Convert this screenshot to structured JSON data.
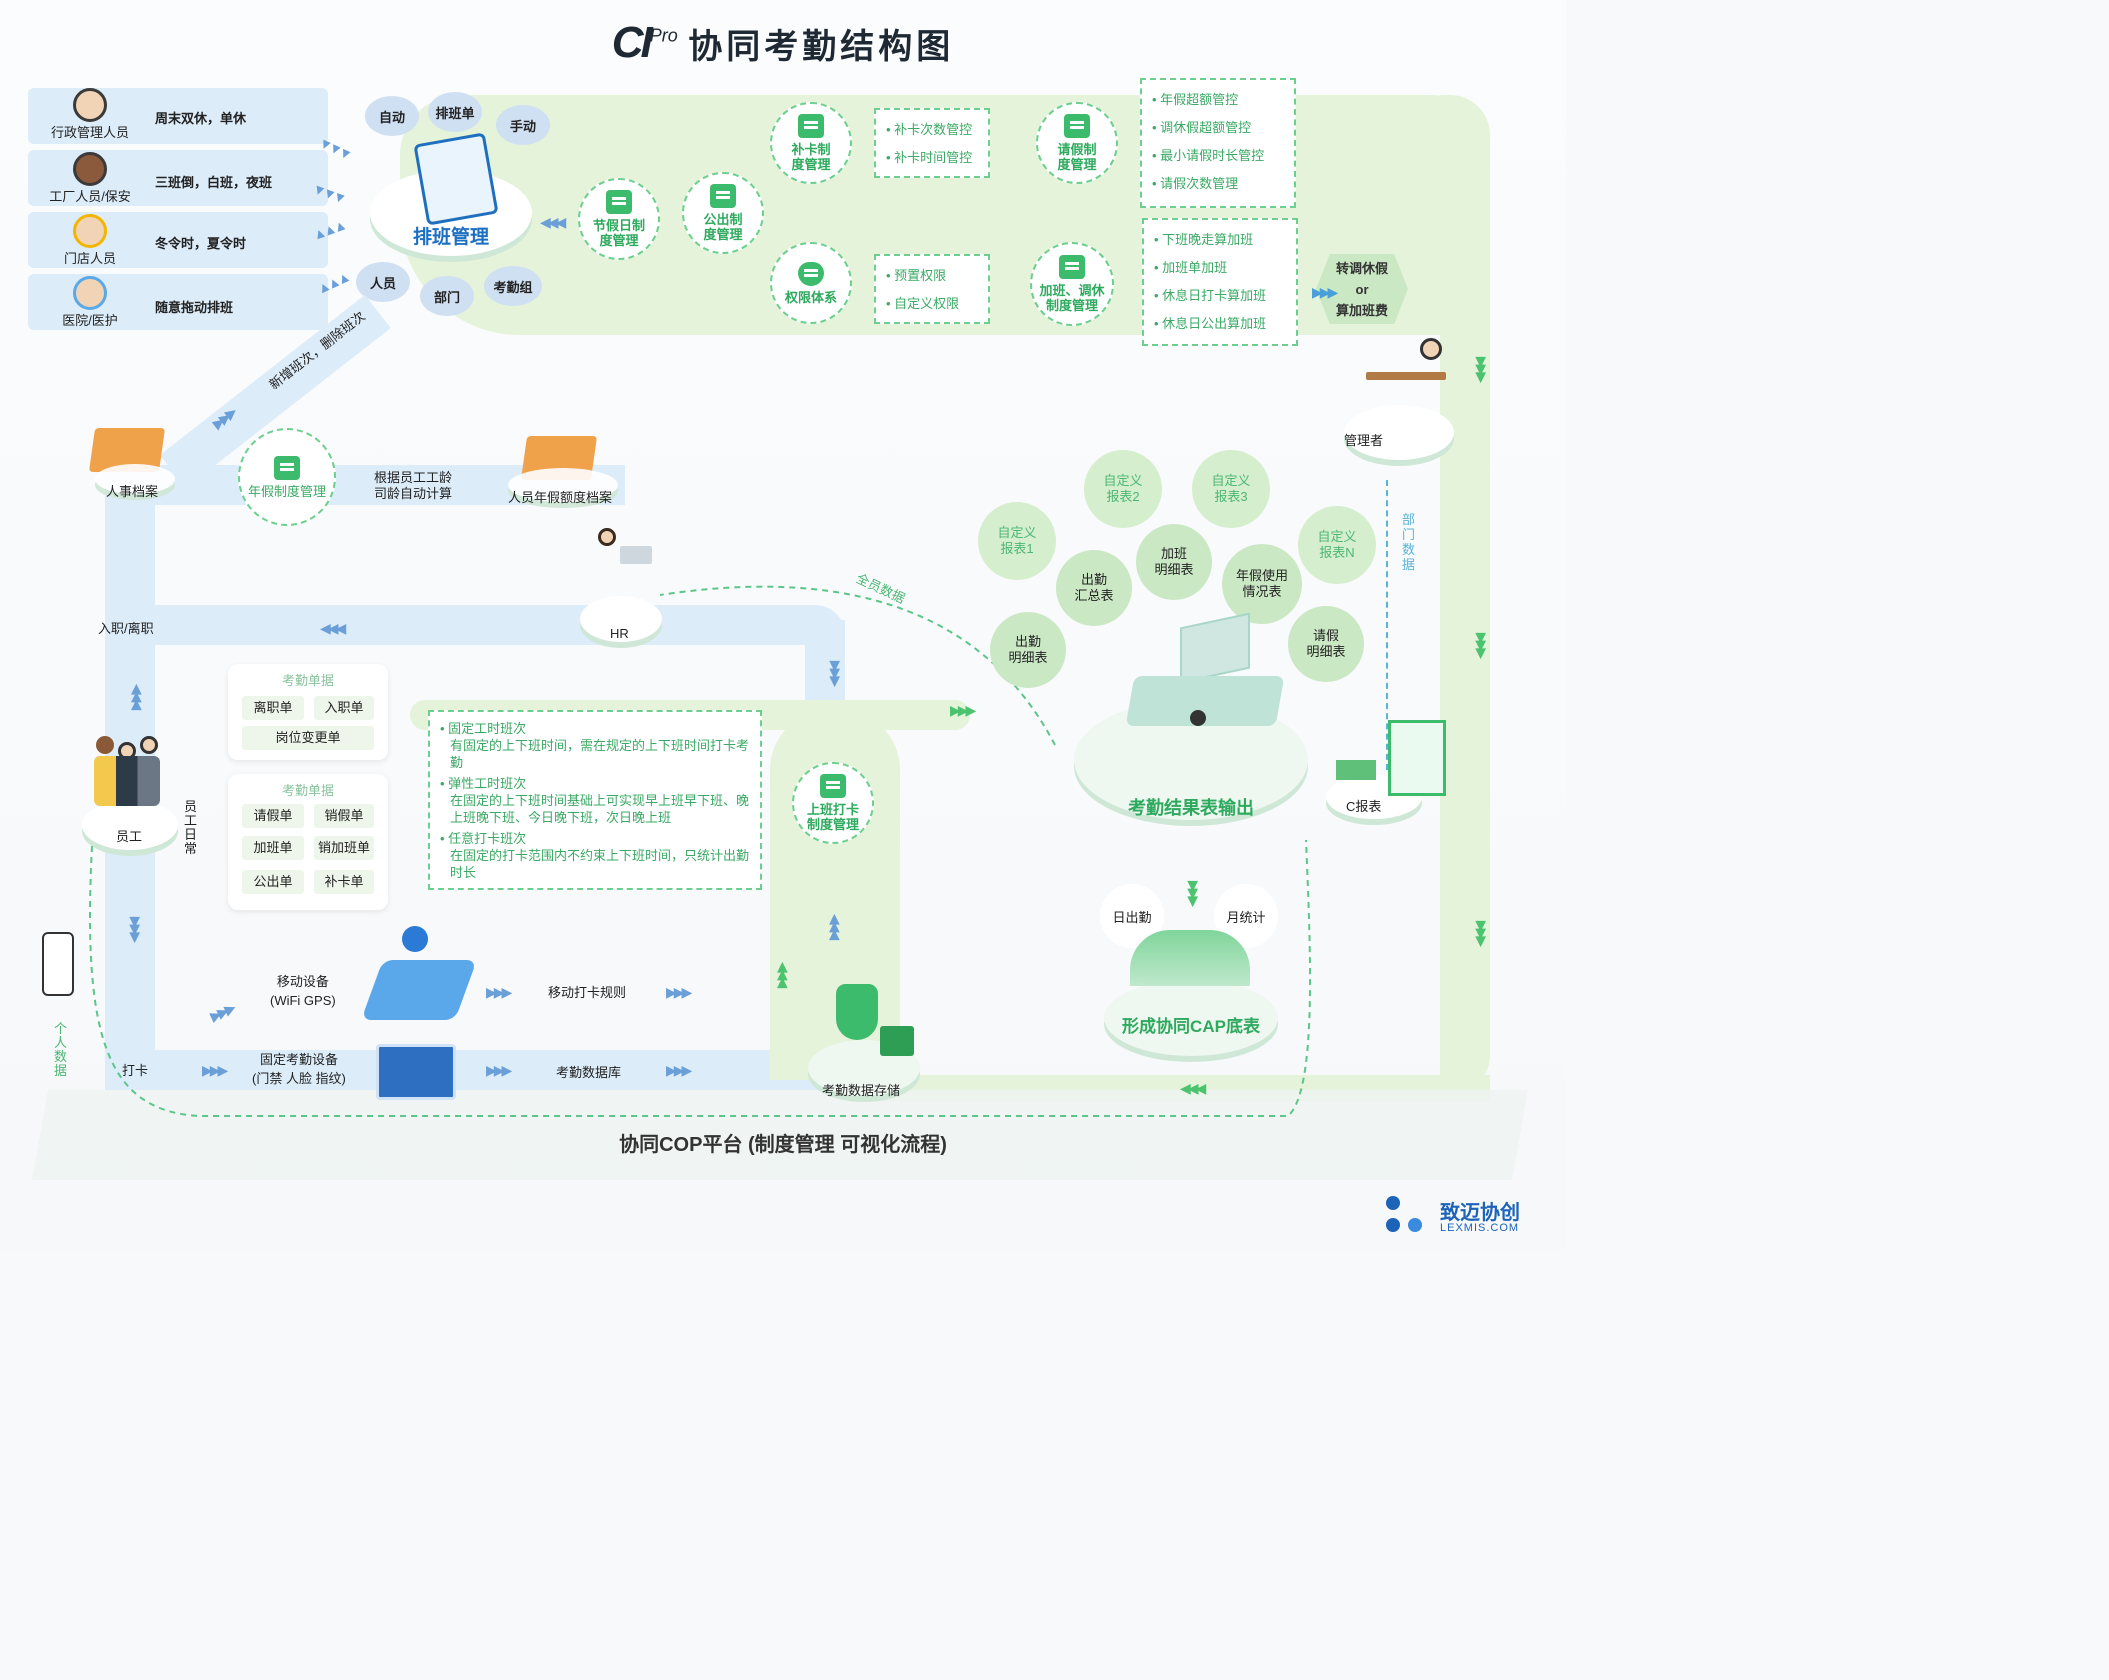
{
  "header": {
    "logo": "CI",
    "logo_sup": "Pro",
    "title": "协同考勤结构图"
  },
  "roles": [
    {
      "name": "行政管理人员",
      "desc": "周末双休，单休"
    },
    {
      "name": "工厂人员/保安",
      "desc": "三班倒，白班，夜班"
    },
    {
      "name": "门店人员",
      "desc": "冬令时，夏令时"
    },
    {
      "name": "医院/医护",
      "desc": "随意拖动排班"
    }
  ],
  "schedule": {
    "bubbles_top": [
      "自动",
      "排班单",
      "手动"
    ],
    "bubbles_bottom": [
      "人员",
      "部门",
      "考勤组"
    ],
    "main_label": "排班管理",
    "diag_label": "新增班次，删除班次"
  },
  "green_modules": {
    "holiday": "节假日制\n度管理",
    "business": "公出制\n度管理",
    "patch": "补卡制\n度管理",
    "leave": "请假制\n度管理",
    "permission": "权限体系",
    "overtime": "加班、调休\n制度管理"
  },
  "patch_list": [
    "补卡次数管控",
    "补卡时间管控"
  ],
  "leave_list": [
    "年假超额管控",
    "调休假超额管控",
    "最小请假时长管控",
    "请假次数管理"
  ],
  "permission_list": [
    "预置权限",
    "自定义权限"
  ],
  "overtime_list": [
    "下班晚走算加班",
    "加班单加班",
    "休息日打卡算加班",
    "休息日公出算加班"
  ],
  "convert": {
    "line1": "转调休假",
    "line2": "or",
    "line3": "算加班费"
  },
  "manager": "管理者",
  "dept_data": "部门数据",
  "hr_row": {
    "archive": "人事档案",
    "annual": "年假制度管理",
    "calc": "根据员工工龄\n司龄自动计算",
    "quota": "人员年假额度档案"
  },
  "hr": "HR",
  "all_data": "全员数据",
  "entry_exit": "入职/离职",
  "employee": "员工",
  "employee_daily": "员工日常",
  "personal_data": "个人数据",
  "forms1": {
    "title": "考勤单据",
    "items": [
      "离职单",
      "入职单",
      "岗位变更单"
    ]
  },
  "forms2": {
    "title": "考勤单据",
    "items": [
      "请假单",
      "销假单",
      "加班单",
      "销加班单",
      "公出单",
      "补卡单"
    ]
  },
  "shift_types": [
    {
      "name": "固定工时班次",
      "desc": "有固定的上下班时间，需在规定的上下班时间打卡考勤"
    },
    {
      "name": "弹性工时班次",
      "desc": "在固定的上下班时间基础上可实现早上班早下班、晚上班晚下班、今日晚下班，次日晚上班"
    },
    {
      "name": "任意打卡班次",
      "desc": "在固定的打卡范围内不约束上下班时间，只统计出勤时长"
    }
  ],
  "clock_module": "上班打卡\n制度管理",
  "reports": {
    "custom1": "自定义\n报表1",
    "custom2": "自定义\n报表2",
    "custom3": "自定义\n报表3",
    "customN": "自定义\n报表N",
    "summary": "出勤\n汇总表",
    "overtime": "加班\n明细表",
    "annual_use": "年假使用\n情况表",
    "attend_detail": "出勤\n明细表",
    "leave_detail": "请假\n明细表"
  },
  "result_output": "考勤结果表输出",
  "c_report": "C报表",
  "cap": {
    "day": "日出勤",
    "month": "月统计",
    "label": "形成协同CAP底表"
  },
  "mobile": {
    "device": "移动设备\n(WiFi GPS)",
    "rule": "移动打卡规则"
  },
  "fixed": {
    "label": "打卡",
    "device": "固定考勤设备\n(门禁 人脸 指纹)",
    "db": "考勤数据库"
  },
  "storage": "考勤数据存储",
  "platform": "协同COP平台 (制度管理  可视化流程)",
  "brand": {
    "name": "致迈协创",
    "sub": "LEXMIS.COM"
  }
}
